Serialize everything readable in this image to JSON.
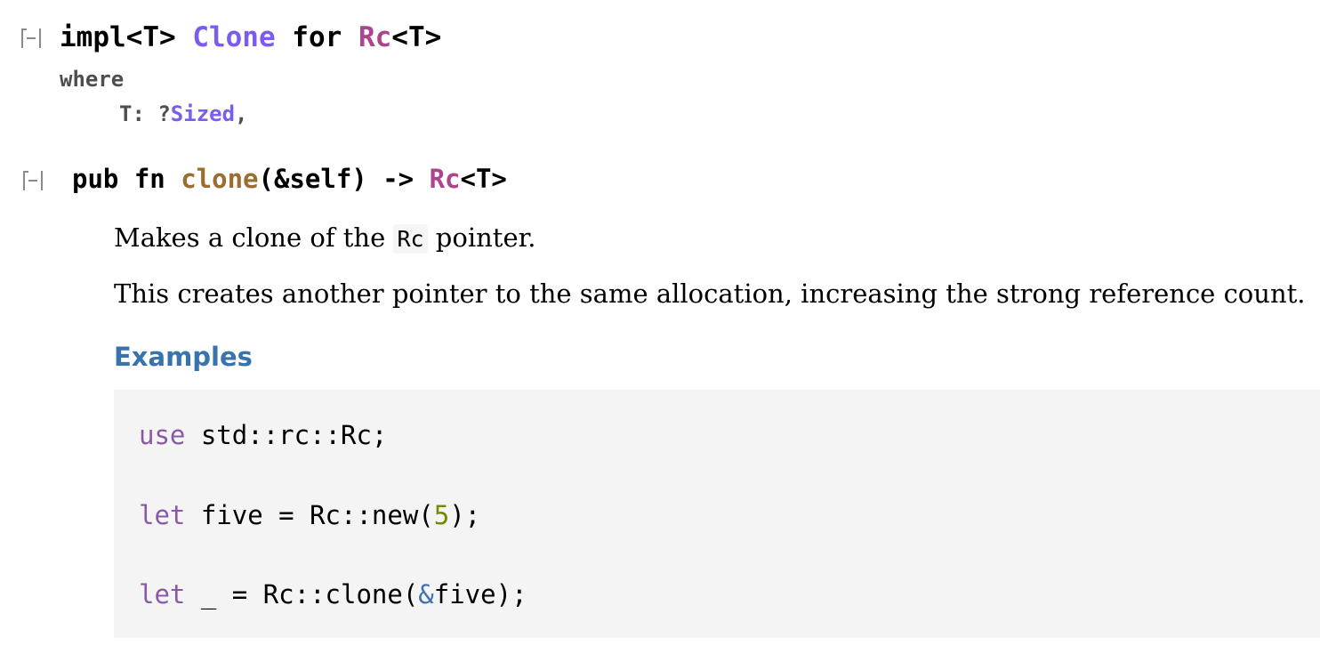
{
  "impl_block": {
    "toggle_label": "[-]",
    "kw_impl": "impl<T> ",
    "trait_name": "Clone",
    "kw_for": " for ",
    "type_name": "Rc",
    "type_generic": "<T>",
    "where_kw": "where",
    "bound_prefix": "T: ?",
    "bound_trait": "Sized",
    "bound_suffix": ","
  },
  "method": {
    "toggle_label": "[-]",
    "prefix": "pub fn ",
    "name": "clone",
    "params": "(&self) -> ",
    "return_type": "Rc",
    "return_generic": "<T>"
  },
  "docs": {
    "summary_before": "Makes a clone of the ",
    "summary_code": "Rc",
    "summary_after": " pointer.",
    "detail": "This creates another pointer to the same allocation, increasing the strong reference count.",
    "examples_heading": "Examples"
  },
  "code_example": {
    "line1_kw": "use",
    "line1_rest": " std::rc::Rc;",
    "line2_kw": "let",
    "line2_mid": " five = Rc::new(",
    "line2_num": "5",
    "line2_end": ");",
    "line3_kw": "let",
    "line3_mid": " _ = Rc::clone(",
    "line3_amp": "&",
    "line3_end": "five);"
  },
  "colors": {
    "trait": "#7c5cf0",
    "struct": "#ad448e",
    "fn": "#9a6e31",
    "heading": "#3873ad",
    "keyword": "#8959a8",
    "number": "#718c00",
    "code_bg": "#f4f4f4"
  }
}
